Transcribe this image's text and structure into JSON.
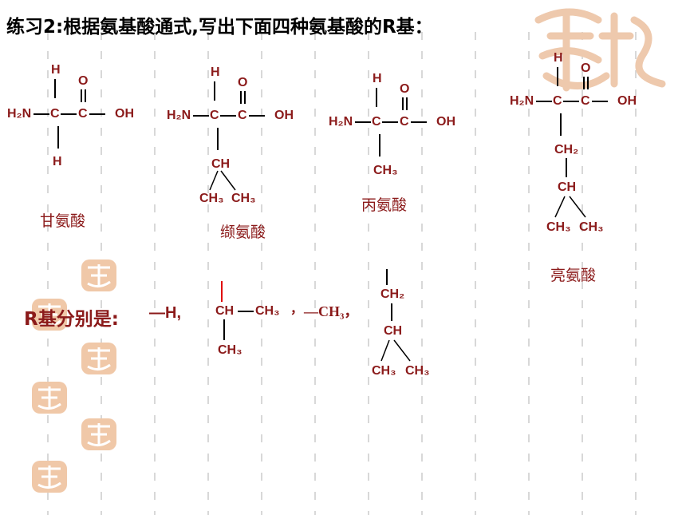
{
  "title": "练习2:根据氨基酸通式,写出下面四种氨基酸的R基：",
  "colors": {
    "text_dark_red": "#8b1a1a",
    "stamp": "#e6b08a",
    "grid": "#d8d8d8"
  },
  "atoms": {
    "h": "H",
    "o": "O",
    "c": "C",
    "nh2": "H₂N",
    "oh": "OH",
    "ch": "CH",
    "ch2": "CH₂",
    "ch3": "CH₃"
  },
  "amino_acids": {
    "glycine": "甘氨酸",
    "valine": "缬氨酸",
    "alanine": "丙氨酸",
    "leucine": "亮氨酸"
  },
  "answer": {
    "label": "R基分别是:",
    "r1": "—H,",
    "sep": "，",
    "r3": "—CH₃，"
  },
  "decorations": [
    "stamp-icon"
  ]
}
